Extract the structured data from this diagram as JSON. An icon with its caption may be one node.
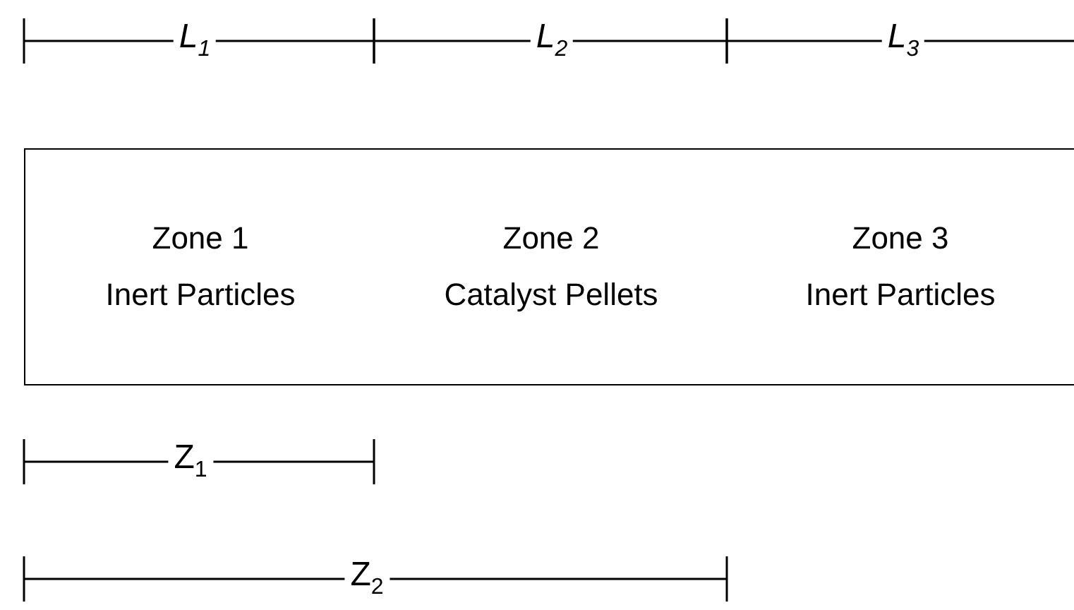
{
  "diagram": {
    "nodes": [
      {
        "text": [
          "Zone 1",
          "Inert Particles"
        ]
      },
      {
        "text": [
          "Zone 2",
          "Catalyst Pellets"
        ]
      },
      {
        "text": [
          "Zone 3",
          "Inert Particles"
        ]
      }
    ],
    "labels": [
      "L$_{1}$",
      "L$_{2}$",
      "L$_{3}$",
      "Z$_{1}$",
      "Z$_{2}$"
    ]
  }
}
